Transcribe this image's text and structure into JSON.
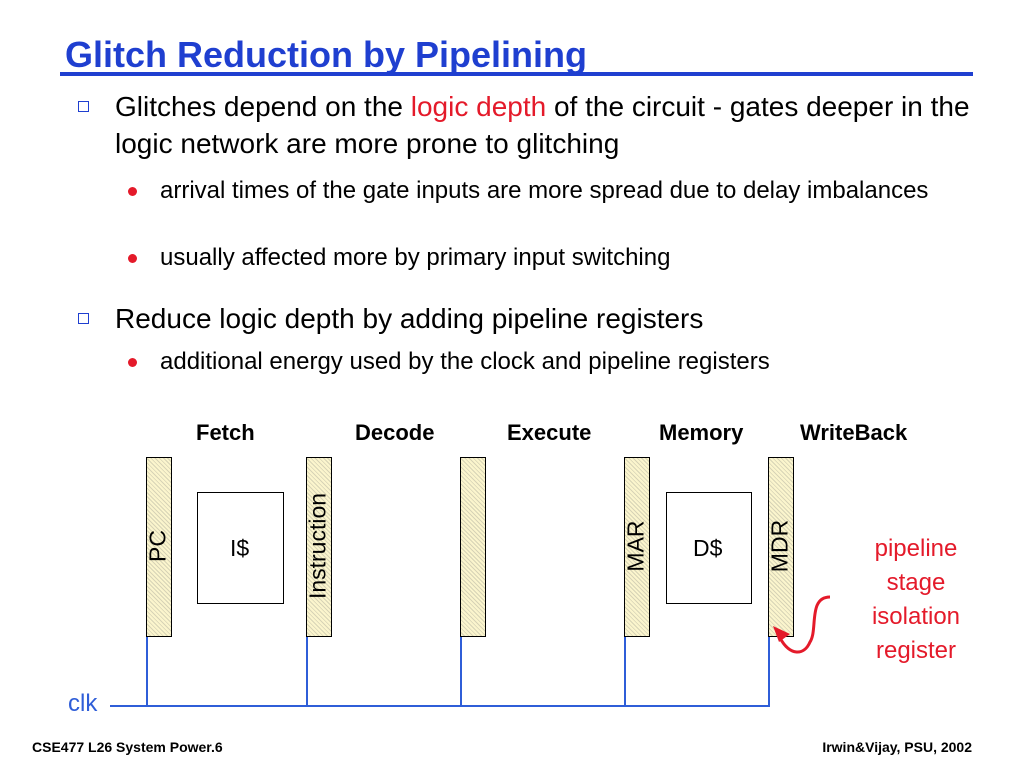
{
  "title": "Glitch Reduction by Pipelining",
  "bullets": {
    "b1_pre": "Glitches depend on the ",
    "b1_hl": "logic depth",
    "b1_post": " of the circuit - gates deeper in the logic network are more prone to glitching",
    "b1_sub1": "arrival times of the gate inputs are more spread due to delay imbalances",
    "b1_sub2": "usually affected more by primary input switching",
    "b2": "Reduce logic depth by adding pipeline registers",
    "b2_sub1": "additional energy used by the clock and pipeline registers"
  },
  "diagram": {
    "stages": [
      "Fetch",
      "Decode",
      "Execute",
      "Memory",
      "WriteBack"
    ],
    "registers": [
      "PC",
      "Instruction",
      "",
      "MAR",
      "MDR"
    ],
    "caches": [
      "I$",
      "D$"
    ],
    "clock_label": "clk",
    "annotation": "pipeline stage isolation register"
  },
  "colors": {
    "title": "#1f3fd0",
    "highlight": "#e41a2a",
    "wire": "#2f5ed8",
    "register_fill": "#fbf5cd"
  },
  "footer": {
    "left": "CSE477  L26 System Power.6",
    "right": "Irwin&Vijay, PSU, 2002"
  }
}
